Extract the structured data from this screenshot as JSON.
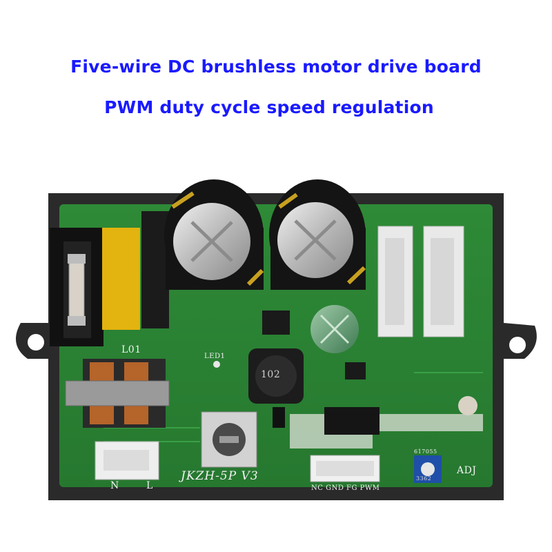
{
  "headline": {
    "line1": "Five-wire DC brushless motor drive board",
    "line2": "PWM duty cycle speed regulation"
  },
  "board": {
    "model": "JKZH-5P V3",
    "connector_pins": "NC GND FG PWM",
    "ac_input_left": "N",
    "ac_input_right": "L",
    "adj_label": "ADJ",
    "inductor_label": "L01",
    "led_label": "LED1",
    "choke_marking": "102",
    "trimmer_marking": "3362",
    "trimmer_top": "617055"
  },
  "colors": {
    "headline": "#1a1aff",
    "pcb": "#2f8f3a",
    "case": "#262626"
  }
}
